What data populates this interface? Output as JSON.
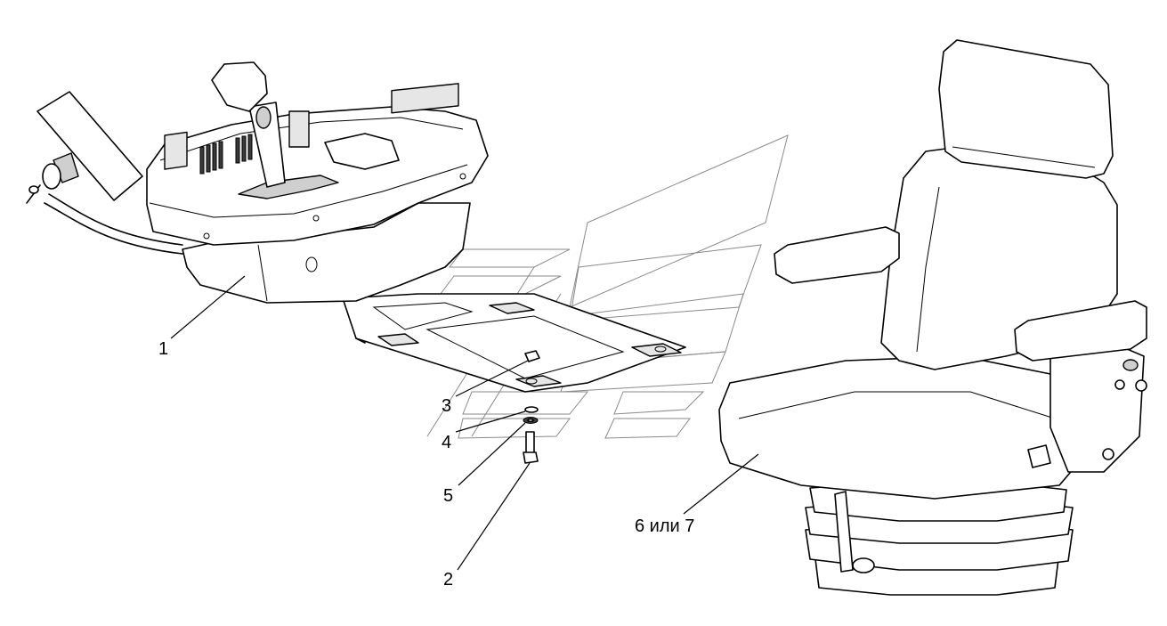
{
  "diagram": {
    "callouts": [
      {
        "id": "c1",
        "label": "1"
      },
      {
        "id": "c2",
        "label": "2"
      },
      {
        "id": "c3",
        "label": "3"
      },
      {
        "id": "c4",
        "label": "4"
      },
      {
        "id": "c5",
        "label": "5"
      },
      {
        "id": "c67",
        "label": "6 или 7"
      }
    ]
  }
}
